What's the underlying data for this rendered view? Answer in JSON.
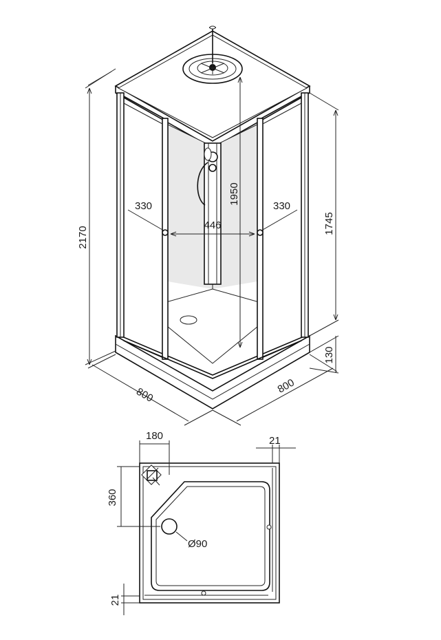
{
  "iso_view": {
    "height_total": "2170",
    "height_walls": "1745",
    "height_tray": "130",
    "height_shower": "1950",
    "width_left": "800",
    "width_right": "800",
    "door_left": "330",
    "door_right": "330",
    "door_opening": "446"
  },
  "plan_view": {
    "offset_x": "180",
    "offset_y": "360",
    "wall_thickness_top": "21",
    "wall_thickness_bottom": "21",
    "drain_diameter": "Ø90"
  },
  "colors": {
    "line": "#111111",
    "background": "#ffffff"
  }
}
